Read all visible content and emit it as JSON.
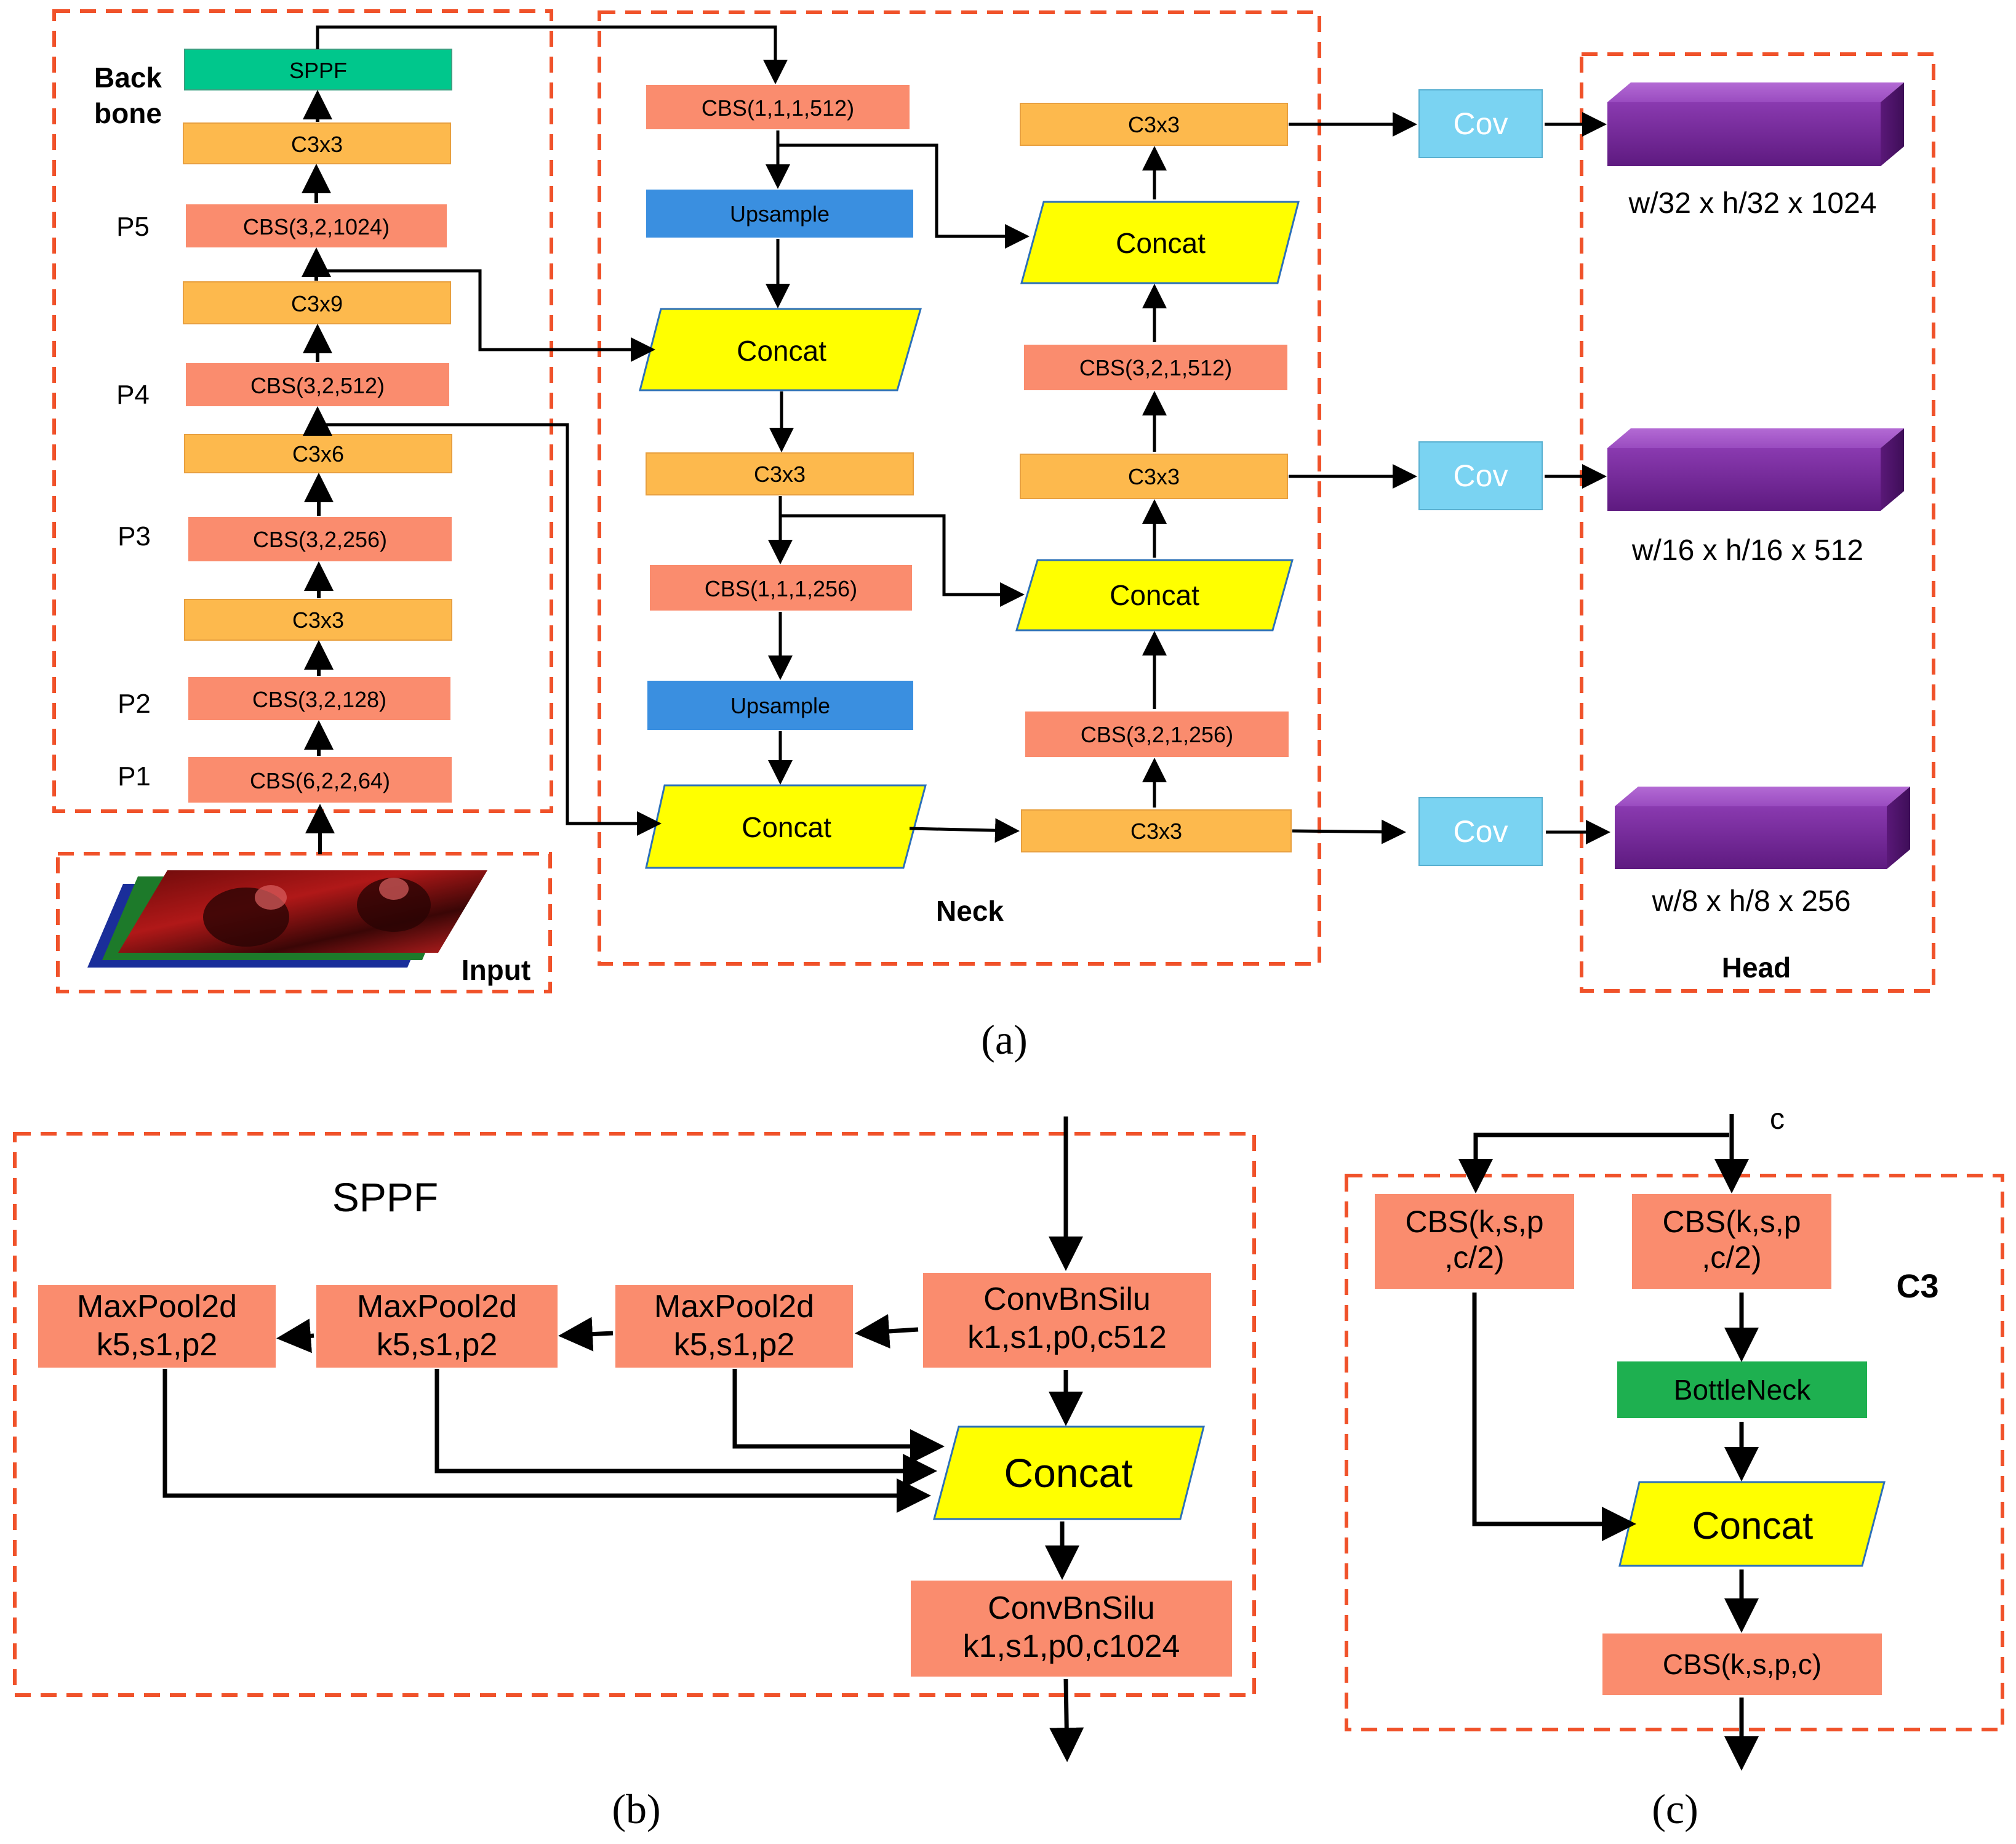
{
  "backbone": {
    "title_line1": "Back",
    "title_line2": "bone",
    "levels": [
      "P5",
      "P4",
      "P3",
      "P2",
      "P1"
    ],
    "blocks": [
      "SPPF",
      "C3x3",
      "CBS(3,2,1024)",
      "C3x9",
      "CBS(3,2,512)",
      "C3x6",
      "CBS(3,2,256)",
      "C3x3",
      "CBS(3,2,128)",
      "CBS(6,2,2,64)"
    ]
  },
  "input": {
    "label": "Input"
  },
  "neck": {
    "title": "Neck",
    "left_column": [
      "CBS(1,1,1,512)",
      "Upsample",
      "Concat",
      "C3x3",
      "CBS(1,1,1,256)",
      "Upsample",
      "Concat"
    ],
    "right_column": [
      "C3x3",
      "Concat",
      "CBS(3,2,1,512)",
      "C3x3",
      "Concat",
      "CBS(3,2,1,256)",
      "C3x3"
    ]
  },
  "conv_labels": [
    "Cov",
    "Cov",
    "Cov"
  ],
  "head": {
    "title": "Head",
    "outputs": [
      "w/32 x h/32 x 1024",
      "w/16 x h/16 x 512",
      "w/8 x h/8 x 256"
    ]
  },
  "sppf": {
    "title": "SPPF",
    "maxpool_line1": "MaxPool2d",
    "maxpool_line2": "k5,s1,p2",
    "conv_in_line1": "ConvBnSilu",
    "conv_in_line2": "k1,s1,p0,c512",
    "concat": "Concat",
    "conv_out_line1": "ConvBnSilu",
    "conv_out_line2": "k1,s1,p0,c1024"
  },
  "c3": {
    "title": "C3",
    "input_label": "c",
    "cbs_line1": "CBS(k,s,p",
    "cbs_line2": ",c/2)",
    "bottleneck": "BottleNeck",
    "concat": "Concat",
    "cbs_out": "CBS(k,s,p,c)"
  },
  "captions": [
    "(a)",
    "(b)",
    "(c)"
  ],
  "colors": {
    "cbs": "#FA8C6E",
    "c3": "#FDB94D",
    "sppf": "#00C78C",
    "upsample": "#3A8FE0",
    "concat": "#FFFF00",
    "cov": "#7AD3F2",
    "bottleneck": "#1EB050",
    "head": "#7A2A9A",
    "dash": "#F0522A"
  }
}
